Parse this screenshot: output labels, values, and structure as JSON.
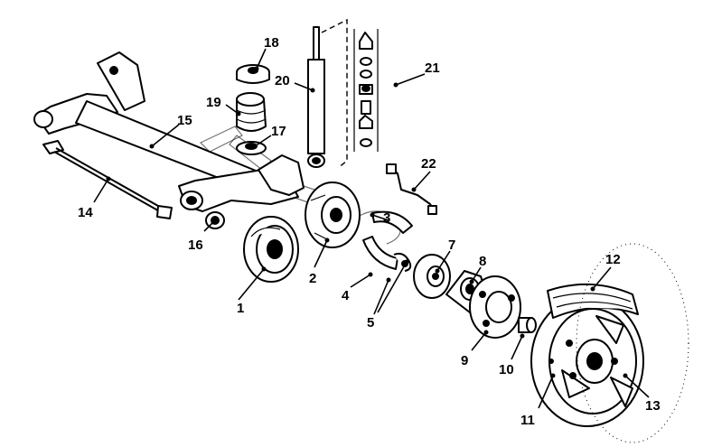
{
  "callouts": [
    {
      "id": "1",
      "text": "1"
    },
    {
      "id": "2",
      "text": "2"
    },
    {
      "id": "3",
      "text": "3"
    },
    {
      "id": "4",
      "text": "4"
    },
    {
      "id": "5",
      "text": "5"
    },
    {
      "id": "7",
      "text": "7"
    },
    {
      "id": "8",
      "text": "8"
    },
    {
      "id": "9",
      "text": "9"
    },
    {
      "id": "10",
      "text": "10"
    },
    {
      "id": "11",
      "text": "11"
    },
    {
      "id": "12",
      "text": "12"
    },
    {
      "id": "13",
      "text": "13"
    },
    {
      "id": "14",
      "text": "14"
    },
    {
      "id": "15",
      "text": "15"
    },
    {
      "id": "16",
      "text": "16"
    },
    {
      "id": "17",
      "text": "17"
    },
    {
      "id": "18",
      "text": "18"
    },
    {
      "id": "19",
      "text": "19"
    },
    {
      "id": "20",
      "text": "20"
    },
    {
      "id": "21",
      "text": "21"
    },
    {
      "id": "22",
      "text": "22"
    }
  ],
  "colors": {
    "ink": "#000000",
    "paper": "#ffffff"
  }
}
